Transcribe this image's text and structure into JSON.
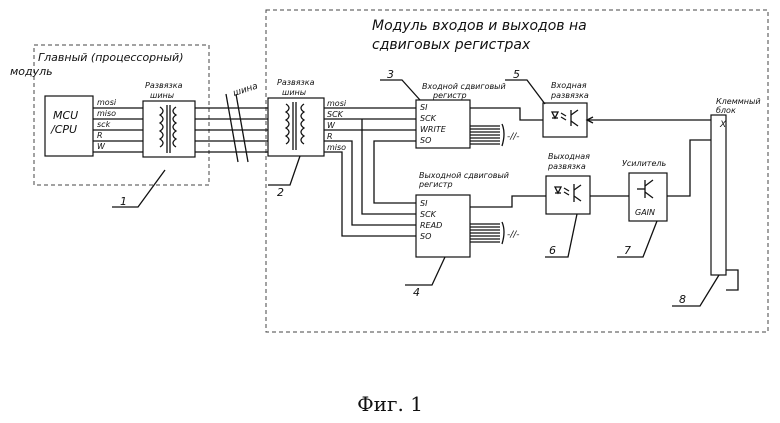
{
  "main_module": {
    "title_line1": "Главный (процессорный)",
    "title_line2": "модуль"
  },
  "io_module": {
    "title_line1": "Модуль входов и выходов на",
    "title_line2": "сдвиговых регистрах"
  },
  "mcu": {
    "line1": "MCU",
    "line2": "/CPU"
  },
  "isolation1": {
    "label_line1": "Развязка",
    "label_line2": "шины"
  },
  "bus_label": "шина",
  "isolation2": {
    "label_line1": "Развязка",
    "label_line2": "шины"
  },
  "mcu_signals": [
    "mosi",
    "miso",
    "sck",
    "R",
    "W"
  ],
  "iso2_signals": [
    "mosi",
    "SCK",
    "W",
    "R",
    "miso"
  ],
  "input_register": {
    "title_line1": "Входной сдвиговый",
    "title_line2": "регистр",
    "pins": [
      "SI",
      "SCK",
      "WRITE",
      "SO"
    ]
  },
  "output_register": {
    "title_line1": "Выходной сдвиговый",
    "title_line2": "регистр",
    "pins": [
      "SI",
      "SCK",
      "READ",
      "SO"
    ]
  },
  "input_isolation": {
    "label_line1": "Входная",
    "label_line2": "развязка"
  },
  "output_isolation": {
    "label_line1": "Выходная",
    "label_line2": "развязка"
  },
  "amplifier": {
    "label": "Усилитель",
    "gain": "GAIN"
  },
  "terminal_block": {
    "label_line1": "Клеммный",
    "label_line2": "блок",
    "pin": "X"
  },
  "refs": [
    "1",
    "2",
    "3",
    "4",
    "5",
    "6",
    "7",
    "8"
  ],
  "bus_mark": "-//-",
  "caption": "Фиг. 1"
}
